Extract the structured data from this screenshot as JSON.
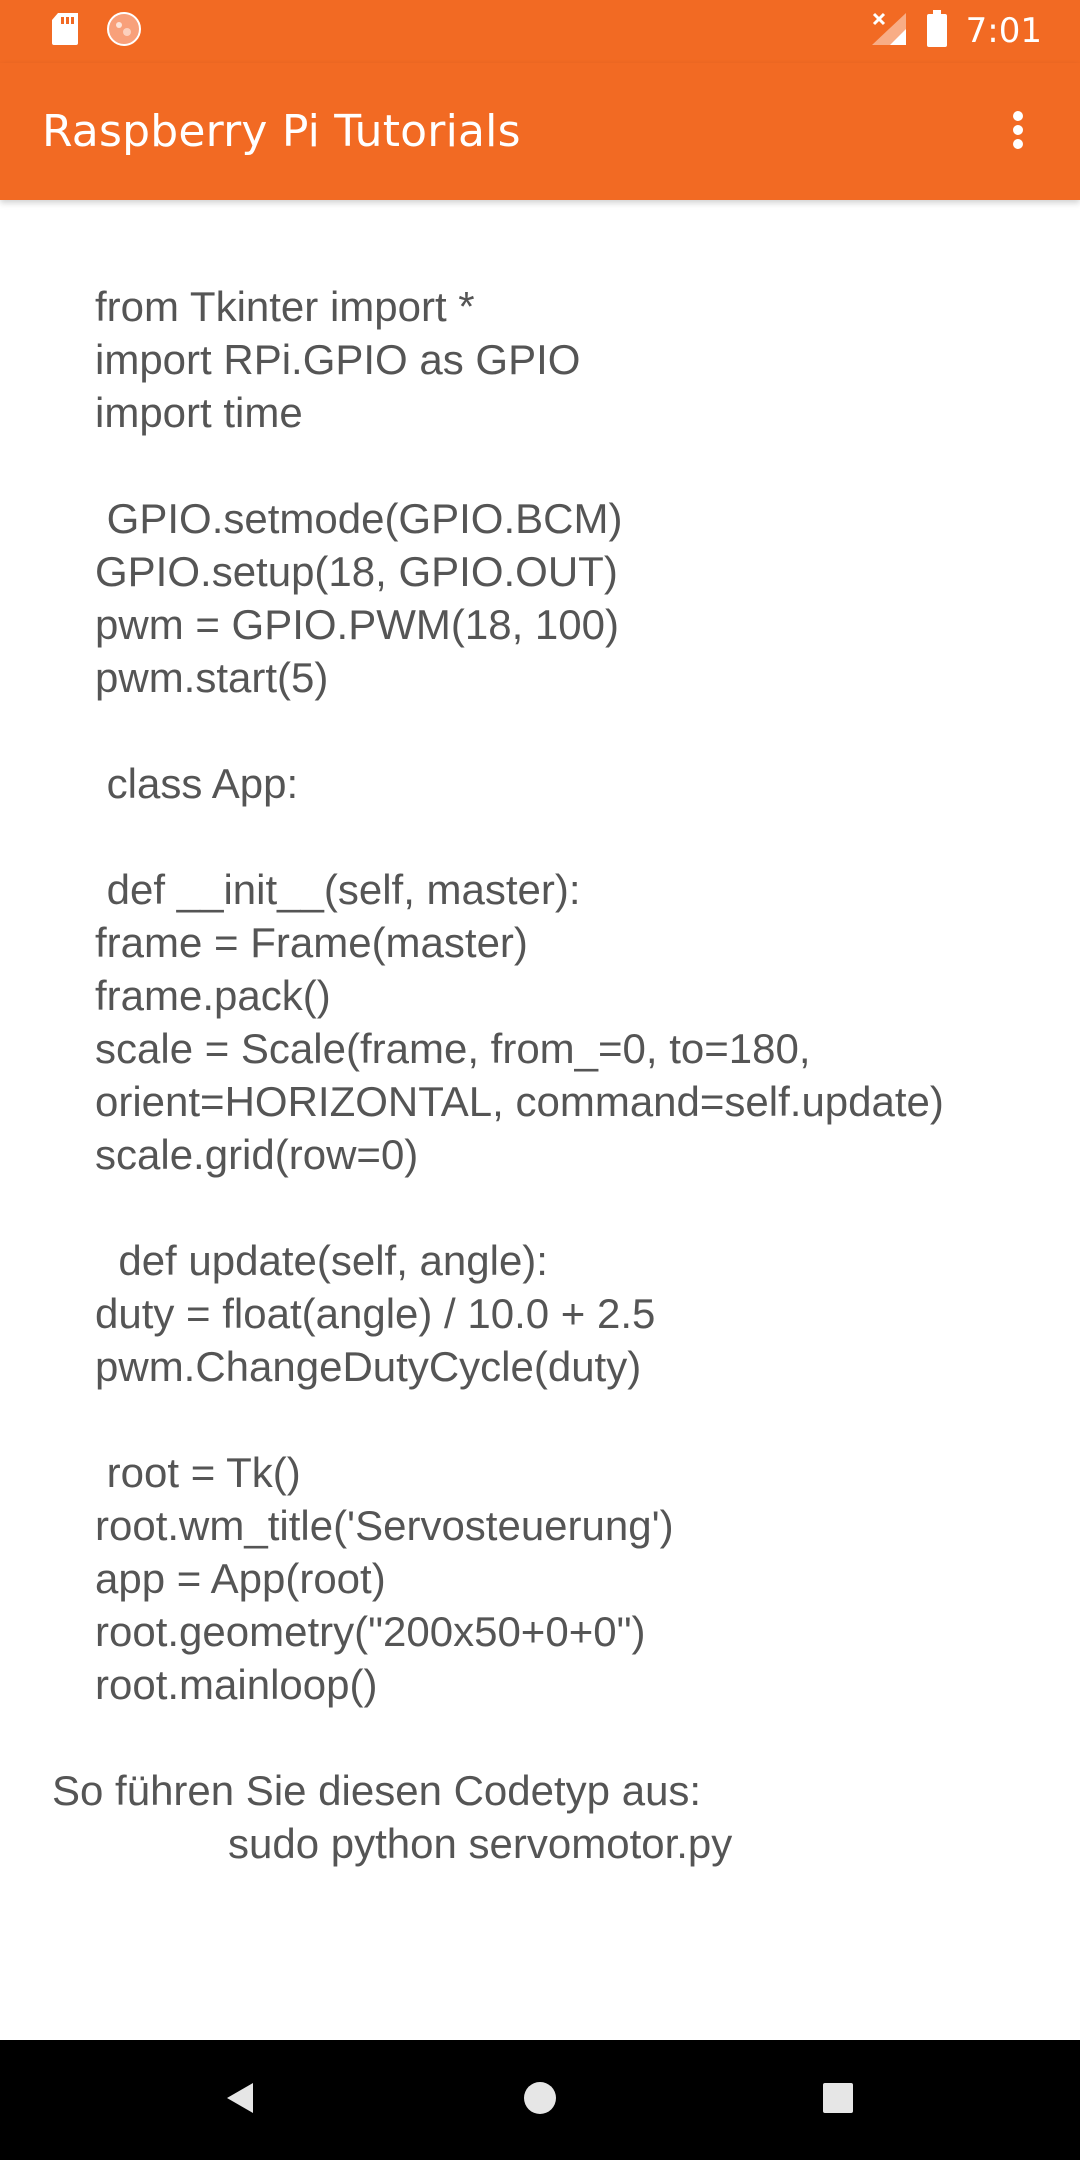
{
  "status_bar": {
    "time": "7:01",
    "left_icons": [
      "sd-card-icon",
      "circle-notification-icon"
    ],
    "right_icons": [
      "no-signal-icon",
      "battery-icon"
    ]
  },
  "app_bar": {
    "title": "Raspberry Pi Tutorials",
    "menu_icon": "overflow-menu-icon"
  },
  "content": {
    "code_lines": [
      "from Tkinter import *",
      "import RPi.GPIO as GPIO",
      "import time",
      "",
      " GPIO.setmode(GPIO.BCM)",
      "GPIO.setup(18, GPIO.OUT)",
      "pwm = GPIO.PWM(18, 100)",
      "pwm.start(5)",
      "",
      " class App:",
      "",
      " def __init__(self, master):",
      "frame = Frame(master)",
      "frame.pack()",
      "scale = Scale(frame, from_=0, to=180,",
      "orient=HORIZONTAL, command=self.update)",
      "scale.grid(row=0)",
      "",
      "  def update(self, angle):",
      "duty = float(angle) / 10.0 + 2.5",
      "pwm.ChangeDutyCycle(duty)",
      "",
      " root = Tk()",
      "root.wm_title('Servosteuerung')",
      "app = App(root)",
      "root.geometry(\"200x50+0+0\")",
      "root.mainloop()"
    ],
    "instruction": "So führen Sie diesen Codetyp aus:",
    "command": "sudo python servomotor.py"
  },
  "nav_bar": {
    "buttons": [
      "back-icon",
      "home-icon",
      "recents-icon"
    ]
  },
  "colors": {
    "accent": "#f26a23",
    "text": "#555555",
    "nav_background": "#000000"
  }
}
